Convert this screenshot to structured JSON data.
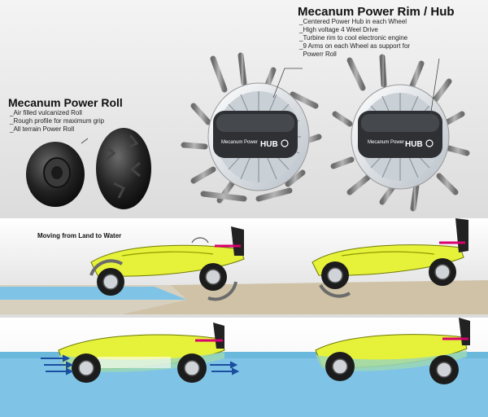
{
  "roll": {
    "title": "Mecanum Power Roll",
    "bullets": [
      "_Air filled vulcanized Roll",
      "_Rough profile for maximum grip",
      "_All terrain Power Roll"
    ]
  },
  "rim": {
    "title": "Mecanum Power Rim / Hub",
    "bullets": [
      "_Centered Power Hub in each Wheel",
      "_High voltage 4 Weel Drive",
      "_Turbine rim to cool electronic engine",
      "_9 Arms on each Wheel as support for",
      "  Powerr Roll"
    ],
    "hub_label": "Mecanum Power",
    "hub_brand": "HUB"
  },
  "transition": {
    "caption": "Moving from Land to Water"
  },
  "colors": {
    "hull": "#e6f23a",
    "water": "#7fc4e6",
    "sand": "#cfc2a6",
    "tire": "#1c1c1c",
    "accent": "#d9006f"
  }
}
